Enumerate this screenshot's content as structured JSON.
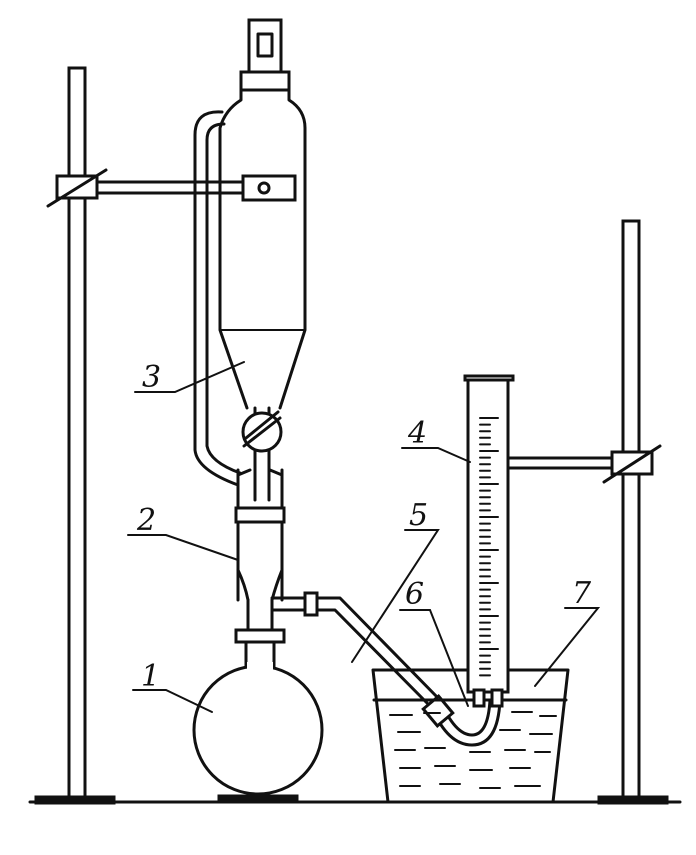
{
  "colors": {
    "ink": "#111111",
    "background": "#ffffff"
  },
  "labels": {
    "flask": "1",
    "adapter": "2",
    "funnel": "3",
    "burette": "4",
    "tube": "5",
    "joint": "6",
    "bath": "7"
  }
}
